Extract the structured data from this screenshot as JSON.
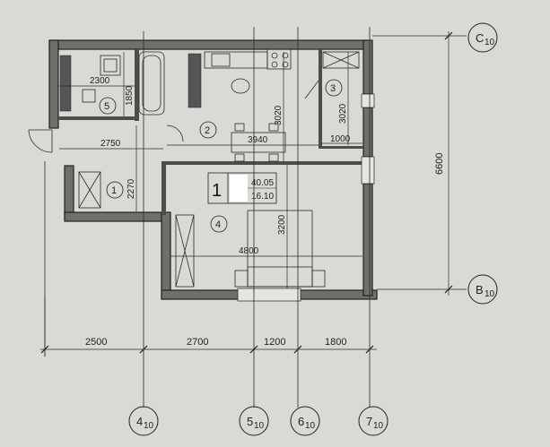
{
  "axes": {
    "c": "C",
    "c_sub": "10",
    "b": "B",
    "b_sub": "10",
    "a4": "4",
    "a4_sub": "10",
    "a5": "5",
    "a5_sub": "10",
    "a6": "6",
    "a6_sub": "10",
    "a7": "7",
    "a7_sub": "10"
  },
  "dims": {
    "d2500": "2500",
    "d2700": "2700",
    "d1200": "1200",
    "d1800": "1800",
    "d6600": "6600",
    "d2300": "2300",
    "d1850": "1850",
    "d2750": "2750",
    "d2270": "2270",
    "d3020a": "3020",
    "d3020b": "3020",
    "d3940": "3940",
    "d1000": "1000",
    "d3200": "3200",
    "d4800": "4800"
  },
  "rooms": {
    "r1": "1",
    "r2": "2",
    "r3": "3",
    "r4": "4",
    "r5": "5"
  },
  "apartment": {
    "number": "1",
    "total_area": "40.05",
    "living_area": "16.10"
  }
}
